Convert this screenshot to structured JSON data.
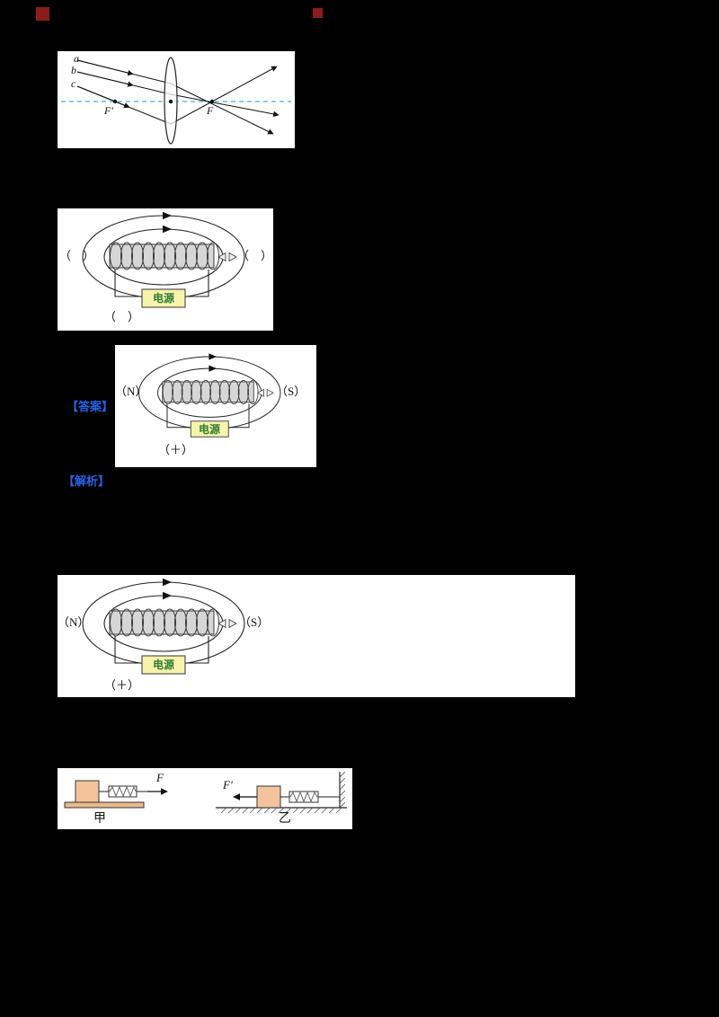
{
  "figures": {
    "lens": {
      "ray_a": "a",
      "ray_b": "b",
      "ray_c": "c",
      "focus_left": "F′",
      "focus_right": "F"
    },
    "solenoid_blank": {
      "left": "（　）",
      "right": "（　）",
      "bottom": "（　）",
      "power": "电源"
    },
    "solenoid_ns_1": {
      "left": "（N）",
      "right": "（S）",
      "bottom": "（＋）",
      "power": "电源"
    },
    "solenoid_ns_2": {
      "left": "（N）",
      "right": "（S）",
      "bottom": "（＋）",
      "power": "电源"
    },
    "springs": {
      "force_left_block": "F",
      "force_right_block": "F′",
      "caption_left": "甲",
      "caption_right": "乙"
    }
  },
  "tags": {
    "answer": "【答案】",
    "analysis": "【解析】"
  },
  "colors": {
    "page_background": "#000000",
    "tag_blue": "#2563eb",
    "marker_red": "#8b1b1b",
    "power_box_yellow": "#f7f3ad",
    "block_tan": "#f3c49c",
    "axis_cyan": "#3cb9c8",
    "power_text_green": "#2e7d32"
  }
}
